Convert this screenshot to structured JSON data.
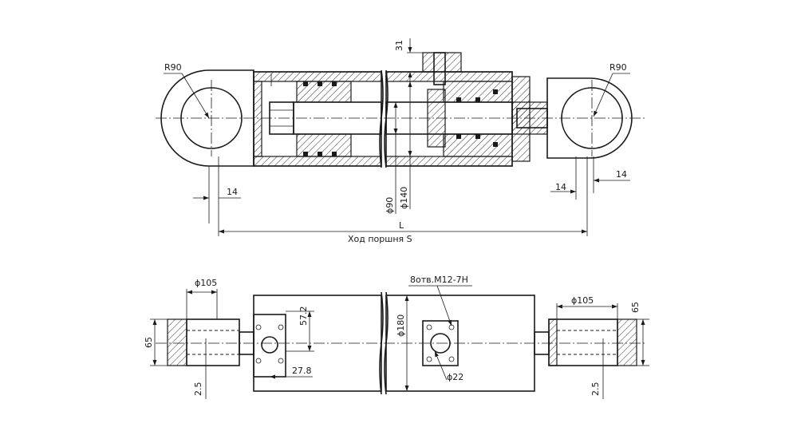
{
  "top_view": {
    "left_eye_radius": "R90",
    "right_eye_radius": "R90",
    "port_height": "31",
    "left_offset": "14",
    "right_offset_a": "14",
    "right_offset_b": "14",
    "rod_dia": "ϕ90",
    "bore_dia": "ϕ140",
    "length": "L",
    "stroke": "Ход поршня S"
  },
  "bottom_view": {
    "left_eye_dia": "ϕ105",
    "right_eye_dia": "ϕ105",
    "left_eye_width": "65",
    "right_eye_width": "65",
    "left_gap": "2.5",
    "right_gap": "2.5",
    "flange_height": "57.2",
    "flange_width": "27.8",
    "body_dia": "ϕ180",
    "threads": "8отв.M12-7H",
    "port_dia": "ϕ22"
  }
}
